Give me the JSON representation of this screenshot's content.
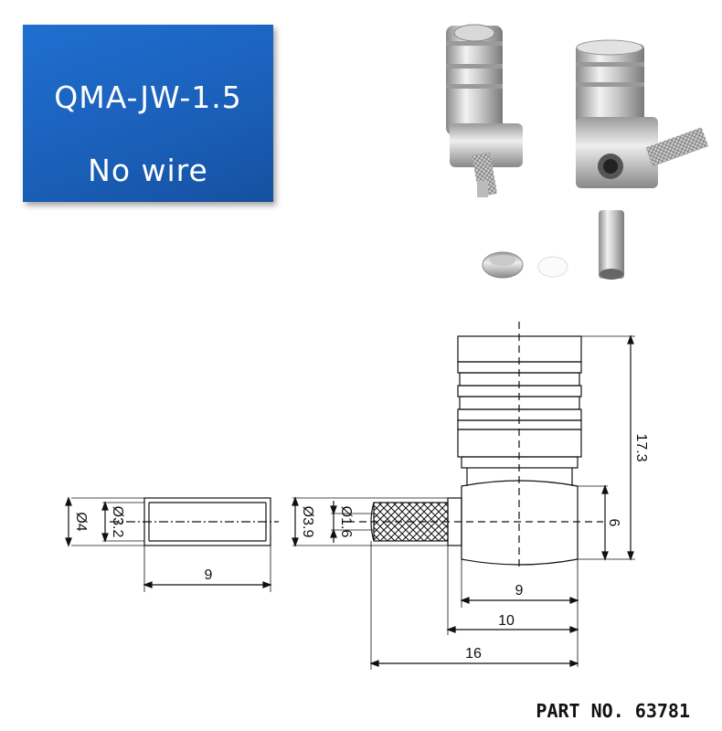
{
  "badge": {
    "line1": "QMA-JW-1.5",
    "line2": "No wire"
  },
  "part_number": "PART NO. 63781",
  "dimensions": {
    "ferrule_outer": "Ø4",
    "ferrule_inner": "Ø3.2",
    "ferrule_length": "9",
    "crimp_outer": "Ø3.9",
    "crimp_inner": "Ø1.6",
    "body_height": "6",
    "total_height": "17.3",
    "body_width": "9",
    "width_10": "10",
    "width_16": "16"
  }
}
